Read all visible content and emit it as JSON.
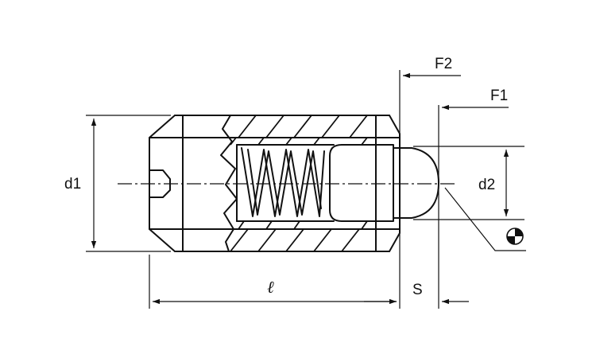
{
  "labels": {
    "d1": "d1",
    "d2": "d2",
    "l": "ℓ",
    "s": "S",
    "f1": "F1",
    "f2": "F2"
  },
  "symbols": {
    "center_of_gravity": "center-of-gravity-symbol"
  }
}
